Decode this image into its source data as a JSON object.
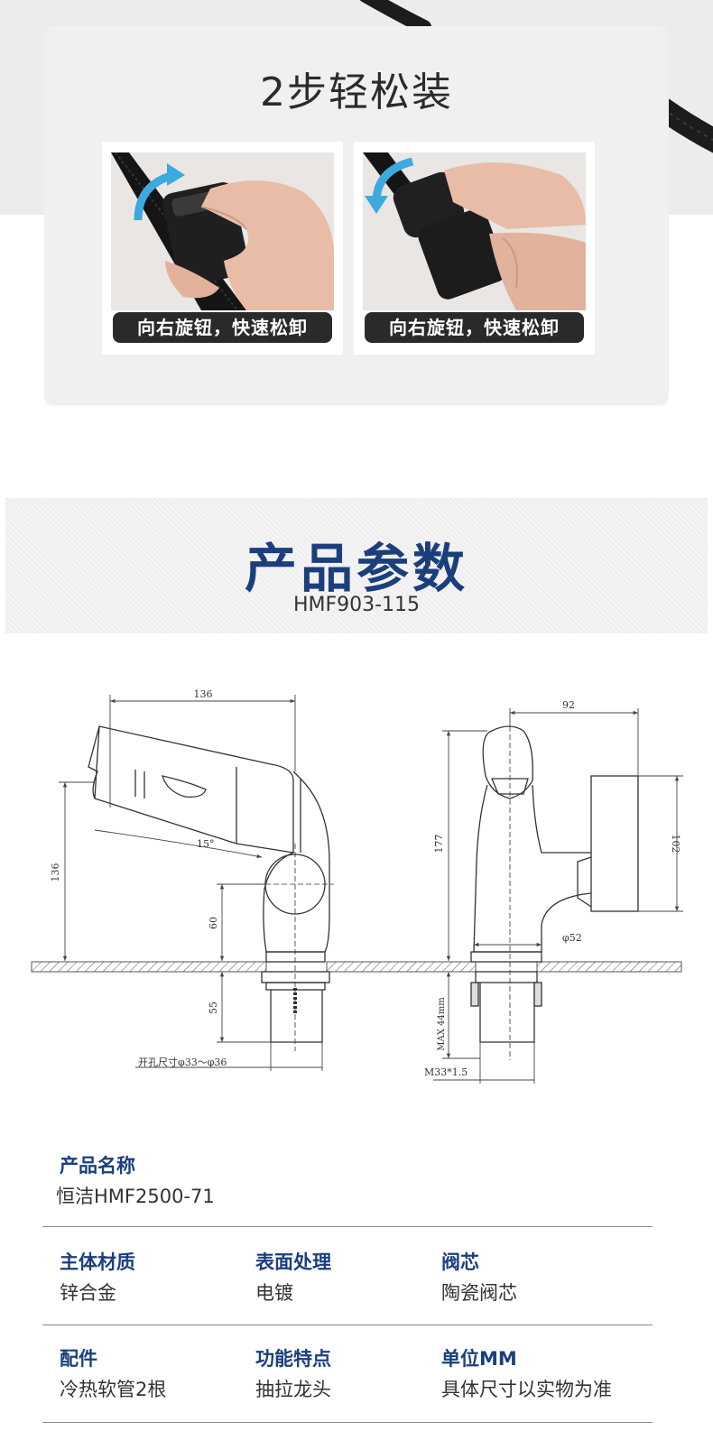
{
  "install": {
    "title": "2步轻松装",
    "steps": [
      {
        "caption": "向右旋钮，快速松卸",
        "arrow": "clockwise-arrow"
      },
      {
        "caption": "向右旋钮，快速松卸",
        "arrow": "counterclockwise-arrow"
      }
    ]
  },
  "params": {
    "title": "产品参数",
    "model": "HMF903-115"
  },
  "drawing": {
    "front": {
      "width_top": "136",
      "height_left": "136",
      "angle": "15°",
      "height_base": "60",
      "below_deck": "55",
      "hole_note": "开孔尺寸φ33～φ36"
    },
    "side": {
      "width_top": "92",
      "height_total": "177",
      "height_handle": "102",
      "base_diameter": "φ52",
      "max_deck": "MAX 44mm",
      "thread": "M33*1.5"
    }
  },
  "specs": {
    "product_name": {
      "label": "产品名称",
      "value": "恒洁HMF2500-71"
    },
    "row1": [
      {
        "label": "主体材质",
        "value": "锌合金"
      },
      {
        "label": "表面处理",
        "value": "电镀"
      },
      {
        "label": "阀芯",
        "value": "陶瓷阀芯"
      }
    ],
    "row2": [
      {
        "label": "配件",
        "value": "冷热软管2根"
      },
      {
        "label": "功能特点",
        "value": "抽拉龙头"
      },
      {
        "label": "单位MM",
        "value": "具体尺寸以实物为准"
      }
    ]
  },
  "colors": {
    "accent": "#1b3f7d",
    "caption_bg": "#2a2a2a",
    "arrow": "#3da9e0"
  }
}
